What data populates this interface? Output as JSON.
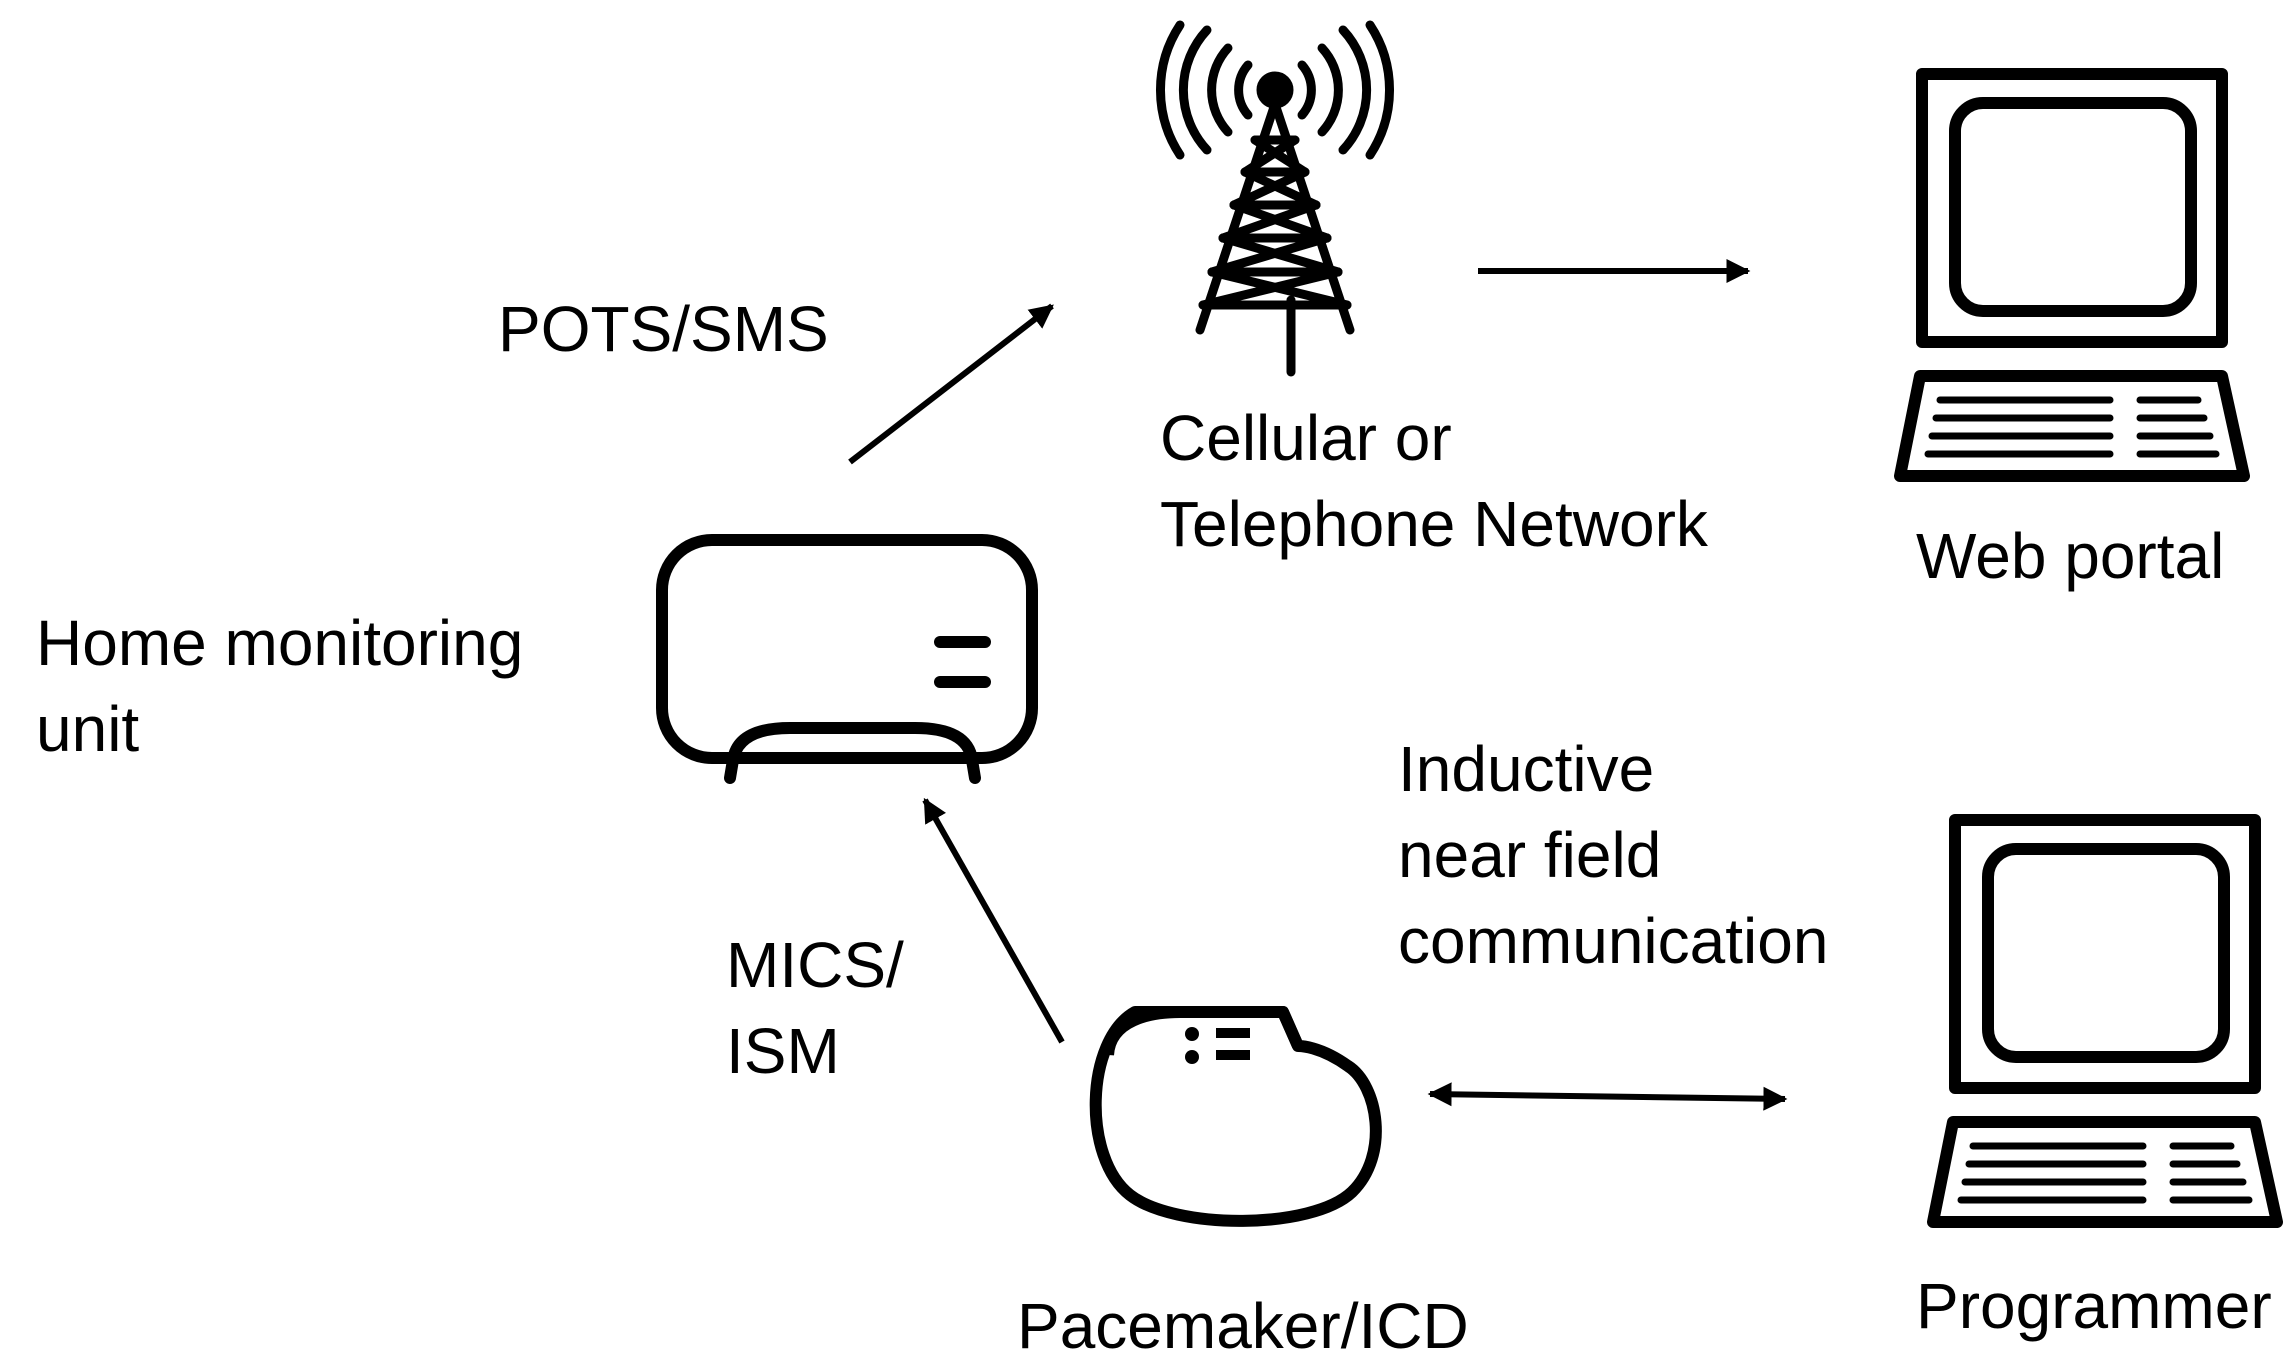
{
  "labels": {
    "pots_sms": "POTS/SMS",
    "cellular": "Cellular or\nTelephone Network",
    "web_portal": "Web portal",
    "home_monitoring": "Home monitoring\nunit",
    "inductive": "Inductive\nnear field\ncommunication",
    "mics_ism": "MICS/\nISM",
    "pacemaker": "Pacemaker/ICD",
    "programmer": "Programmer"
  },
  "icons": {
    "tower": "cell-tower-icon",
    "computer_top": "desktop-computer-icon",
    "computer_bottom": "desktop-computer-icon",
    "home_unit": "home-monitor-icon",
    "pacemaker": "pacemaker-device-icon"
  }
}
